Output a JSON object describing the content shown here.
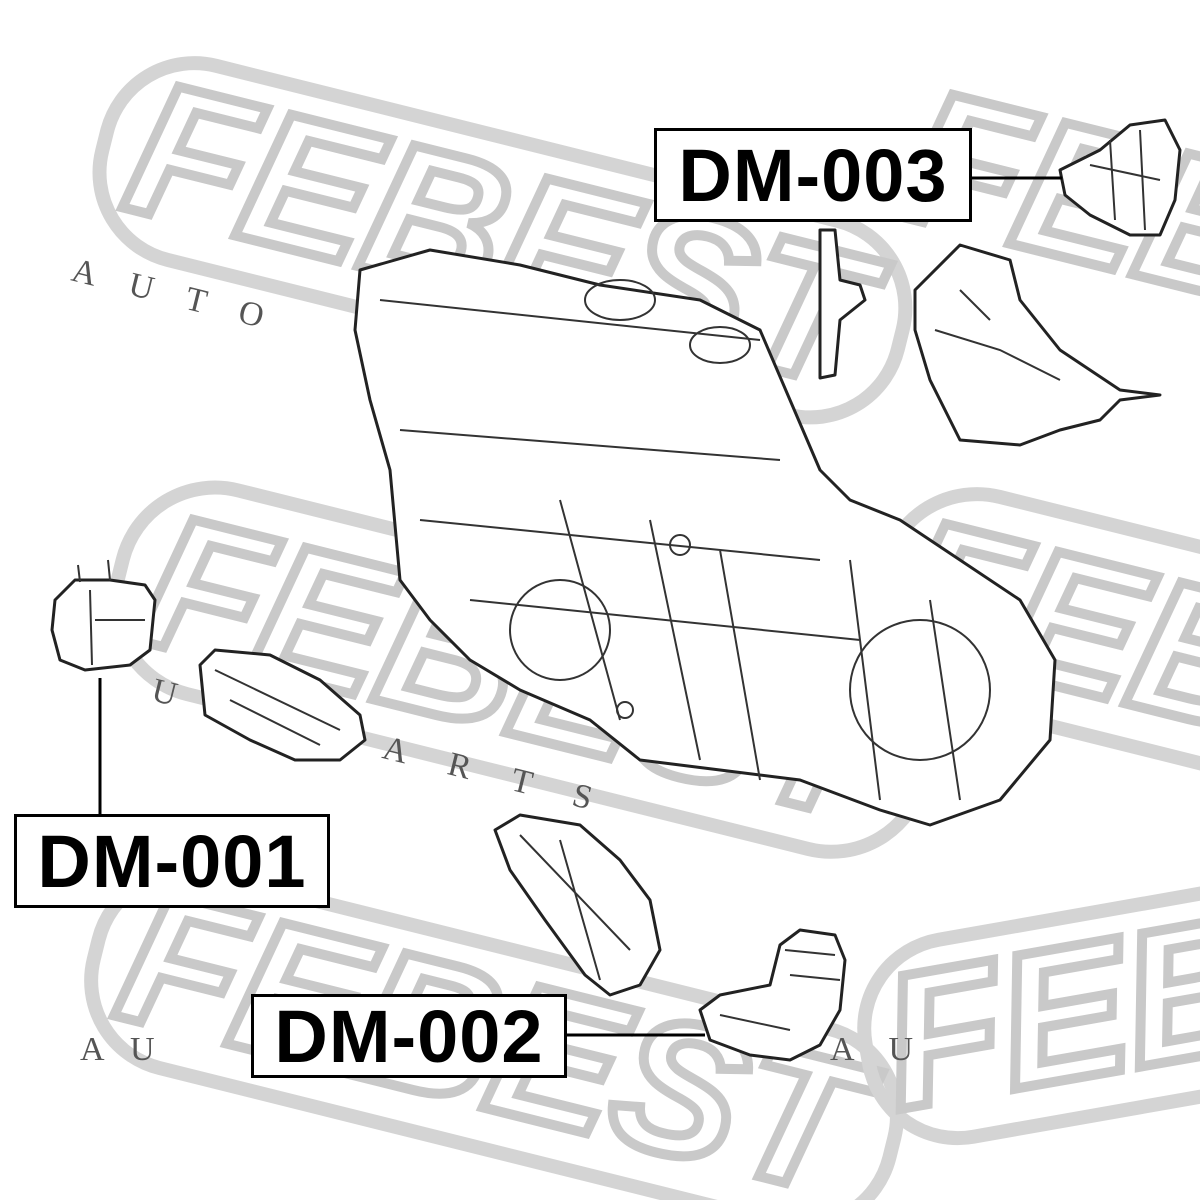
{
  "labels": {
    "dm003": "DM-003",
    "dm001": "DM-001",
    "dm002": "DM-002"
  },
  "watermark": {
    "brand": "FEBEST",
    "tagline": "AUTO PARTS"
  }
}
